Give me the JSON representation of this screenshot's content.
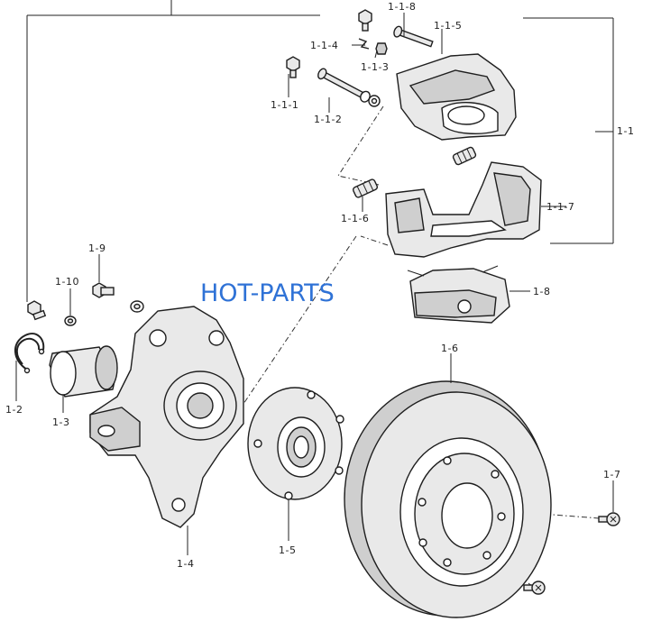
{
  "watermark": "HOT-PARTS",
  "colors": {
    "watermark": "#2f72d6",
    "line": "#222222",
    "part_fill": "#e9e9e9"
  },
  "labels": {
    "l_1_1": "1-1",
    "l_1_1_1": "1-1-1",
    "l_1_1_2": "1-1-2",
    "l_1_1_3": "1-1-3",
    "l_1_1_4": "1-1-4",
    "l_1_1_5": "1-1-5",
    "l_1_1_6": "1-1-6",
    "l_1_1_7": "1-1-7",
    "l_1_1_8": "1-1-8",
    "l_1_2": "1-2",
    "l_1_3": "1-3",
    "l_1_4": "1-4",
    "l_1_5": "1-5",
    "l_1_6": "1-6",
    "l_1_7": "1-7",
    "l_1_8": "1-8",
    "l_1_9": "1-9",
    "l_1_10": "1-10"
  }
}
